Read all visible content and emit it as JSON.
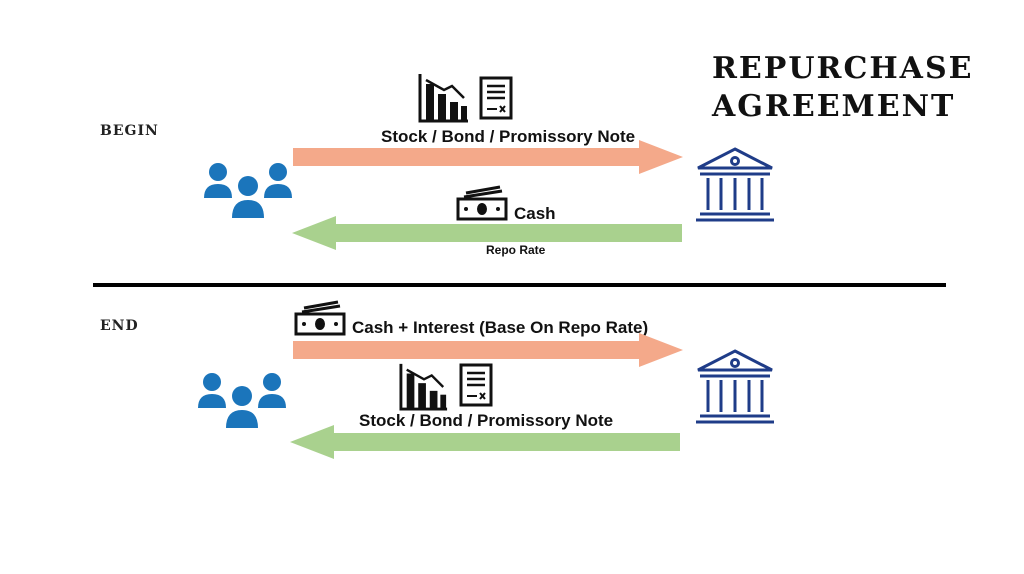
{
  "title": {
    "line1": "REPURCHASE",
    "line2": "AGREEMENT"
  },
  "begin": {
    "label": "BEGIN",
    "top_arrow_label": "Stock / Bond / Promissory Note",
    "bottom_arrow_label": "Cash",
    "rate_label": "Repo Rate"
  },
  "end": {
    "label": "END",
    "top_arrow_label": "Cash + Interest (Base On Repo Rate)",
    "bottom_arrow_label": "Stock / Bond / Promissory Note"
  },
  "colors": {
    "securities_arrow": "#f4a98a",
    "cash_arrow": "#a9d18e",
    "people_icon": "#1b75bb",
    "bank_icon": "#1f3c88",
    "divider": "#000000"
  },
  "icons": {
    "people": "people-group-icon",
    "bank": "bank-icon",
    "chart": "bar-chart-icon",
    "document": "document-icon",
    "cash": "cash-icon"
  }
}
